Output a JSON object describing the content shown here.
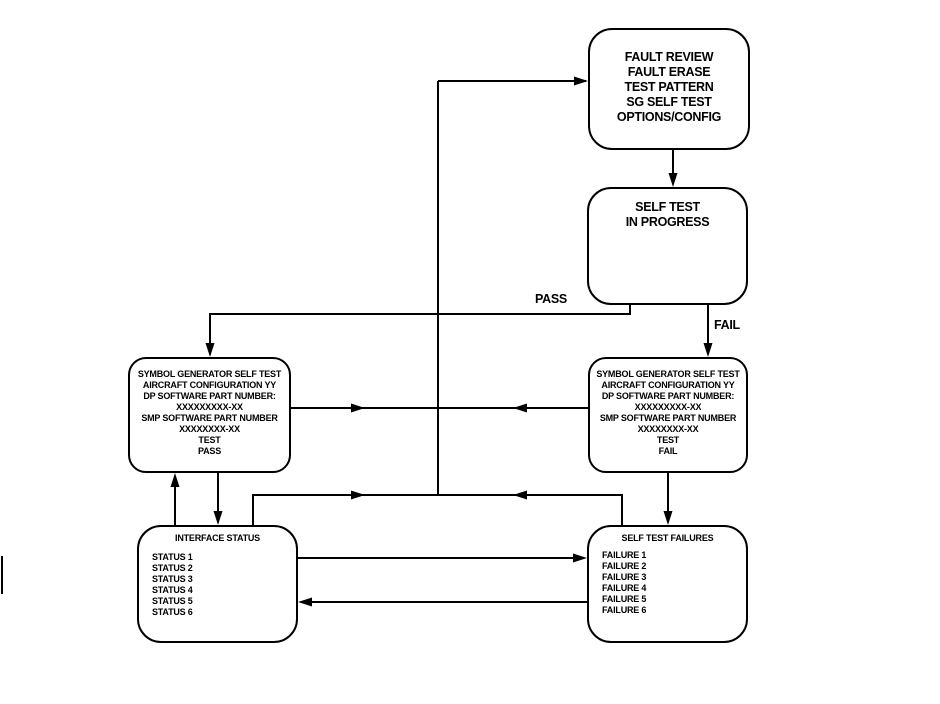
{
  "diagram": {
    "background_color": "#ffffff",
    "line_color": "#000000",
    "boxes": {
      "menu": {
        "lines": [
          "FAULT REVIEW",
          "FAULT ERASE",
          "TEST PATTERN",
          "SG SELF TEST",
          "OPTIONS/CONFIG"
        ]
      },
      "in_progress": {
        "lines": [
          "SELF TEST",
          "IN PROGRESS"
        ]
      },
      "sg_test_pass": {
        "lines": [
          "SYMBOL GENERATOR SELF TEST",
          "AIRCRAFT CONFIGURATION YY",
          "DP SOFTWARE PART NUMBER:",
          "XXXXXXXXX-XX",
          "SMP SOFTWARE PART NUMBER",
          "XXXXXXXX-XX",
          "TEST",
          "PASS"
        ]
      },
      "sg_test_fail": {
        "lines": [
          "SYMBOL GENERATOR SELF TEST",
          "AIRCRAFT CONFIGURATION YY",
          "DP SOFTWARE PART NUMBER:",
          "XXXXXXXXX-XX",
          "SMP SOFTWARE PART NUMBER",
          "XXXXXXXX-XX",
          "TEST",
          "FAIL"
        ]
      },
      "interface_status": {
        "title": "INTERFACE STATUS",
        "items": [
          "STATUS 1",
          "STATUS 2",
          "STATUS 3",
          "STATUS 4",
          "STATUS 5",
          "STATUS 6"
        ]
      },
      "self_test_failures": {
        "title": "SELF TEST FAILURES",
        "items": [
          "FAILURE 1",
          "FAILURE 2",
          "FAILURE 3",
          "FAILURE 4",
          "FAILURE 5",
          "FAILURE 6"
        ]
      }
    },
    "edge_labels": {
      "pass": "PASS",
      "fail": "FAIL"
    }
  }
}
